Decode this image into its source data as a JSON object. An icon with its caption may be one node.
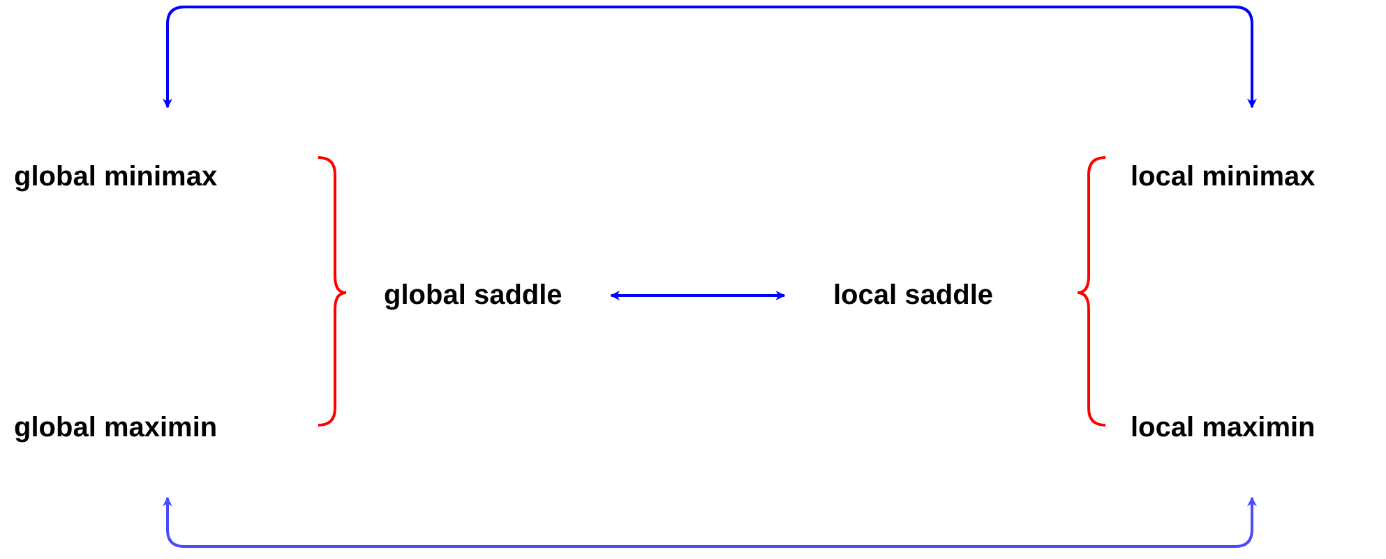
{
  "diagram": {
    "nodes": [
      {
        "text": [
          "global minimax"
        ]
      },
      {
        "text": [
          "global maximin"
        ]
      },
      {
        "text": [
          "global saddle"
        ]
      },
      {
        "text": [
          "local saddle"
        ]
      },
      {
        "text": [
          "local minimax"
        ]
      },
      {
        "text": [
          "local maximin"
        ]
      }
    ],
    "edges": [
      {
        "from": 0,
        "to": 4,
        "arrow": "both"
      },
      {
        "from": 2,
        "to": 3,
        "arrow": "both"
      },
      {
        "from": 1,
        "to": 5,
        "arrow": "both",
        "color": "#4a4aff"
      }
    ]
  }
}
